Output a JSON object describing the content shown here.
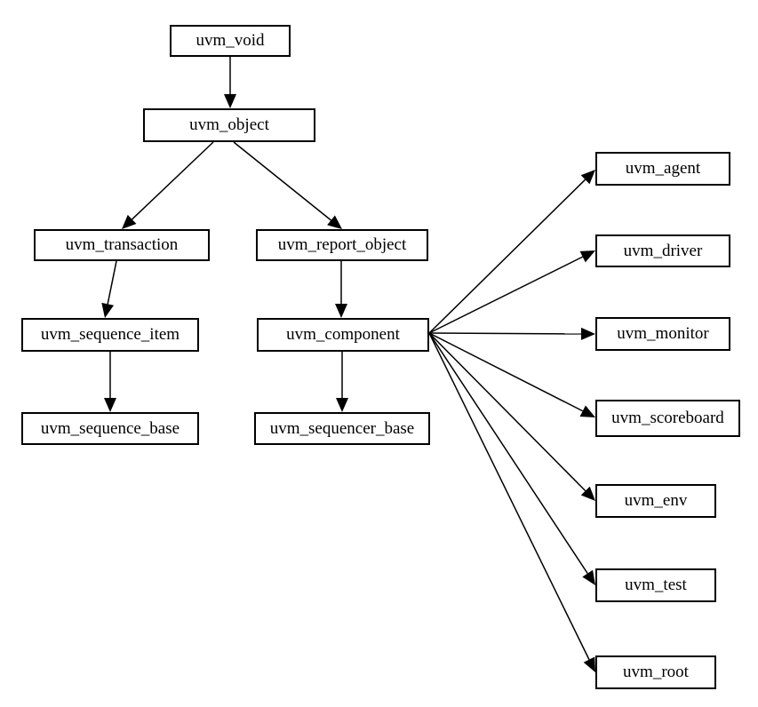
{
  "diagram": {
    "nodes": {
      "uvm_void": "uvm_void",
      "uvm_object": "uvm_object",
      "uvm_transaction": "uvm_transaction",
      "uvm_report_object": "uvm_report_object",
      "uvm_sequence_item": "uvm_sequence_item",
      "uvm_component": "uvm_component",
      "uvm_sequence_base": "uvm_sequence_base",
      "uvm_sequencer_base": "uvm_sequencer_base",
      "uvm_agent": "uvm_agent",
      "uvm_driver": "uvm_driver",
      "uvm_monitor": "uvm_monitor",
      "uvm_scoreboard": "uvm_scoreboard",
      "uvm_env": "uvm_env",
      "uvm_test": "uvm_test",
      "uvm_root": "uvm_root"
    },
    "edges": [
      {
        "from": "uvm_void",
        "to": "uvm_object"
      },
      {
        "from": "uvm_object",
        "to": "uvm_transaction"
      },
      {
        "from": "uvm_object",
        "to": "uvm_report_object"
      },
      {
        "from": "uvm_transaction",
        "to": "uvm_sequence_item"
      },
      {
        "from": "uvm_report_object",
        "to": "uvm_component"
      },
      {
        "from": "uvm_sequence_item",
        "to": "uvm_sequence_base"
      },
      {
        "from": "uvm_component",
        "to": "uvm_sequencer_base"
      },
      {
        "from": "uvm_component",
        "to": "uvm_agent"
      },
      {
        "from": "uvm_component",
        "to": "uvm_driver"
      },
      {
        "from": "uvm_component",
        "to": "uvm_monitor"
      },
      {
        "from": "uvm_component",
        "to": "uvm_scoreboard"
      },
      {
        "from": "uvm_component",
        "to": "uvm_env"
      },
      {
        "from": "uvm_component",
        "to": "uvm_test"
      },
      {
        "from": "uvm_component",
        "to": "uvm_root"
      }
    ],
    "colors": {
      "line": "#000000",
      "box_border": "#000000",
      "background": "#ffffff"
    }
  }
}
